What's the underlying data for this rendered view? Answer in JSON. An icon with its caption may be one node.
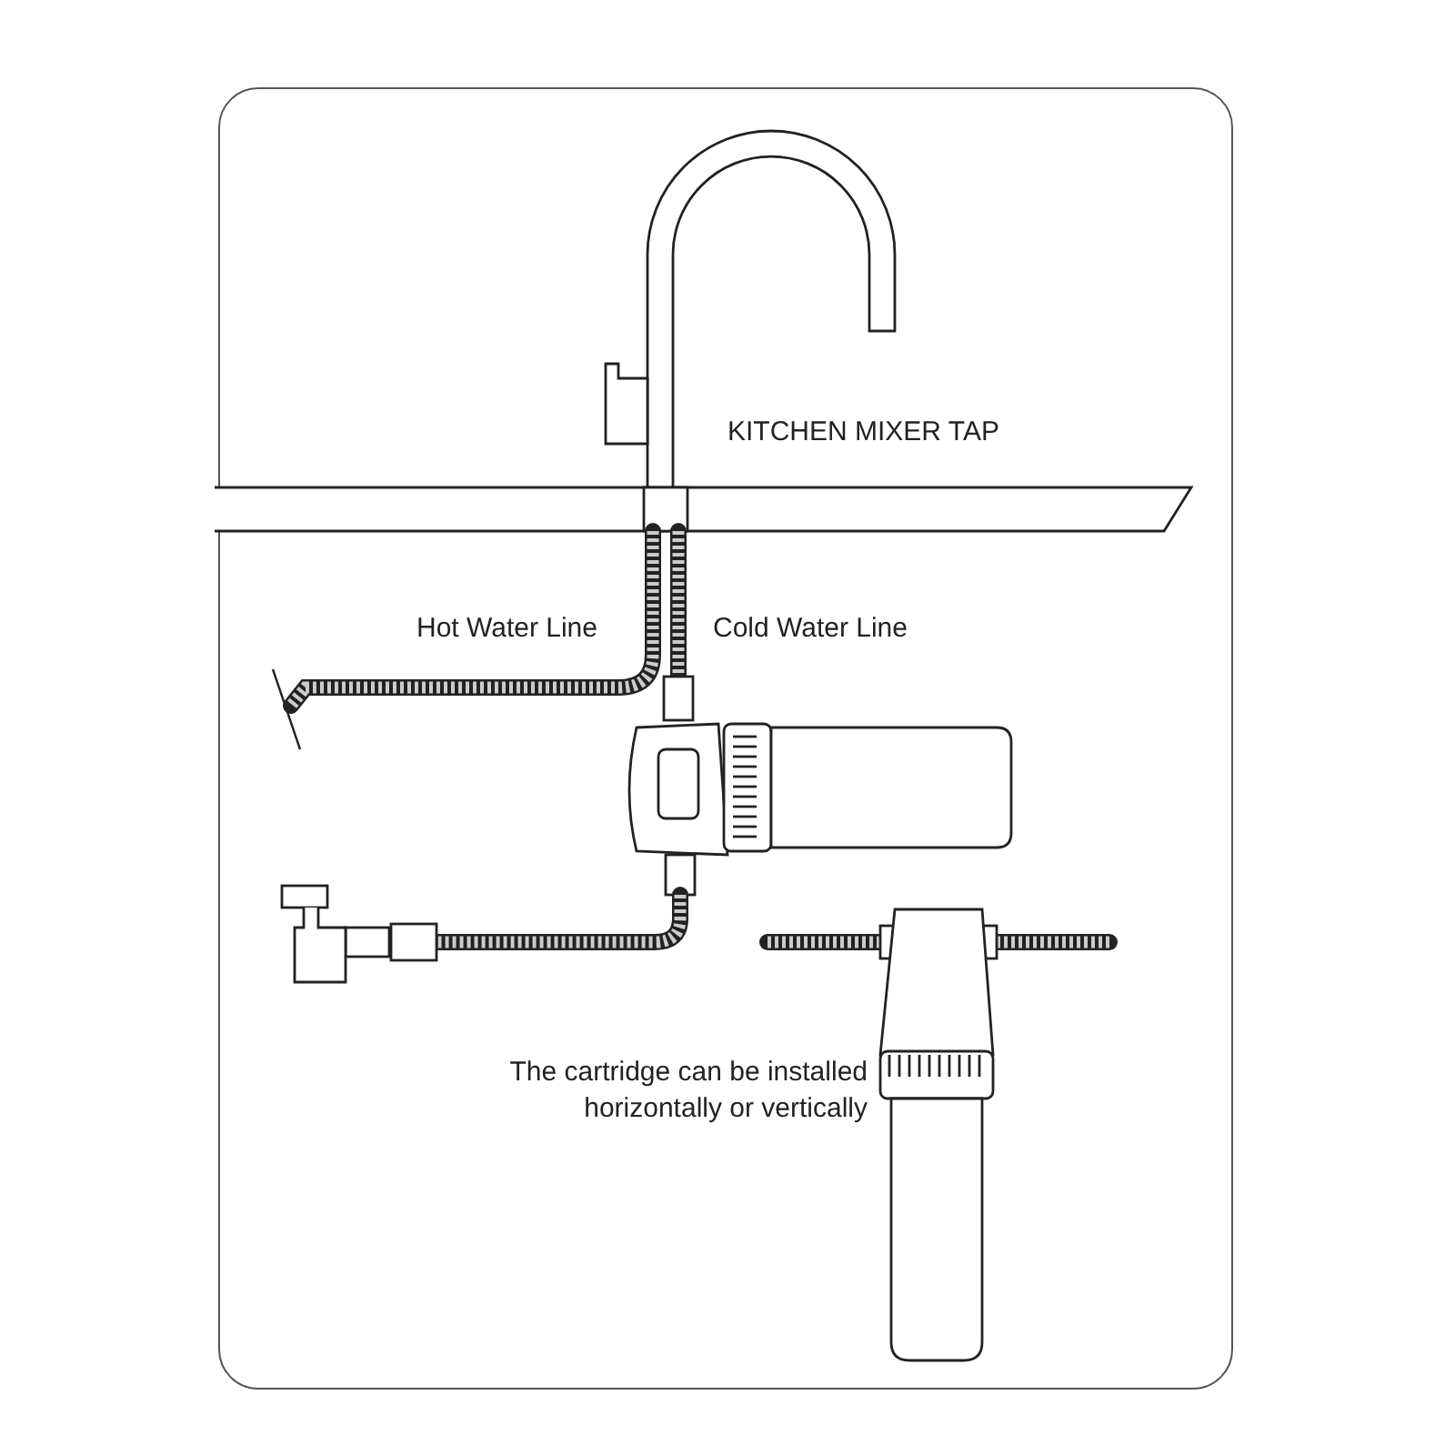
{
  "diagram": {
    "labels": [
      "KITCHEN MIXER TAP",
      "Hot Water Line",
      "Cold Water Line",
      "The cartridge can be installed horizontally or vertically"
    ]
  }
}
